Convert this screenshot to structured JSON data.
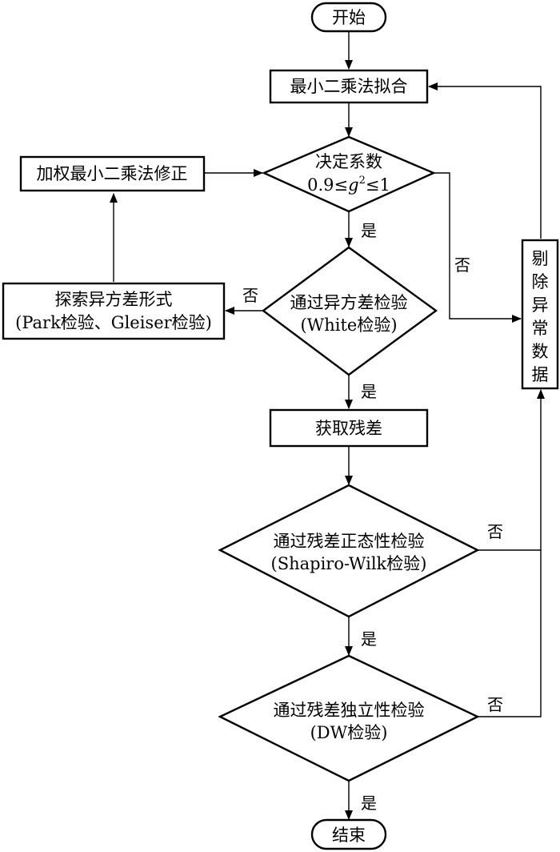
{
  "flowchart": {
    "start": "开始",
    "fit": "最小二乘法拟合",
    "r2_check": {
      "line1": "决定系数",
      "line2_prefix": "0.9≤",
      "line2_var": "g",
      "line2_sup": "2",
      "line2_suffix": "≤1"
    },
    "wls_fix": "加权最小二乘法修正",
    "hetero_explore": {
      "line1": "探索异方差形式",
      "line2": "(Park检验、Gleiser检验)"
    },
    "hetero_check": {
      "line1": "通过异方差检验",
      "line2": "(White检验)"
    },
    "get_residual": "获取残差",
    "normality_check": {
      "line1": "通过残差正态性检验",
      "line2": "(Shapiro-Wilk检验)"
    },
    "independence_check": {
      "line1": "通过残差独立性检验",
      "line2": "(DW检验)"
    },
    "end": "结束",
    "remove_outliers": [
      "剔",
      "除",
      "异",
      "常",
      "数",
      "据"
    ]
  },
  "edge_labels": {
    "yes": "是",
    "no": "否"
  }
}
